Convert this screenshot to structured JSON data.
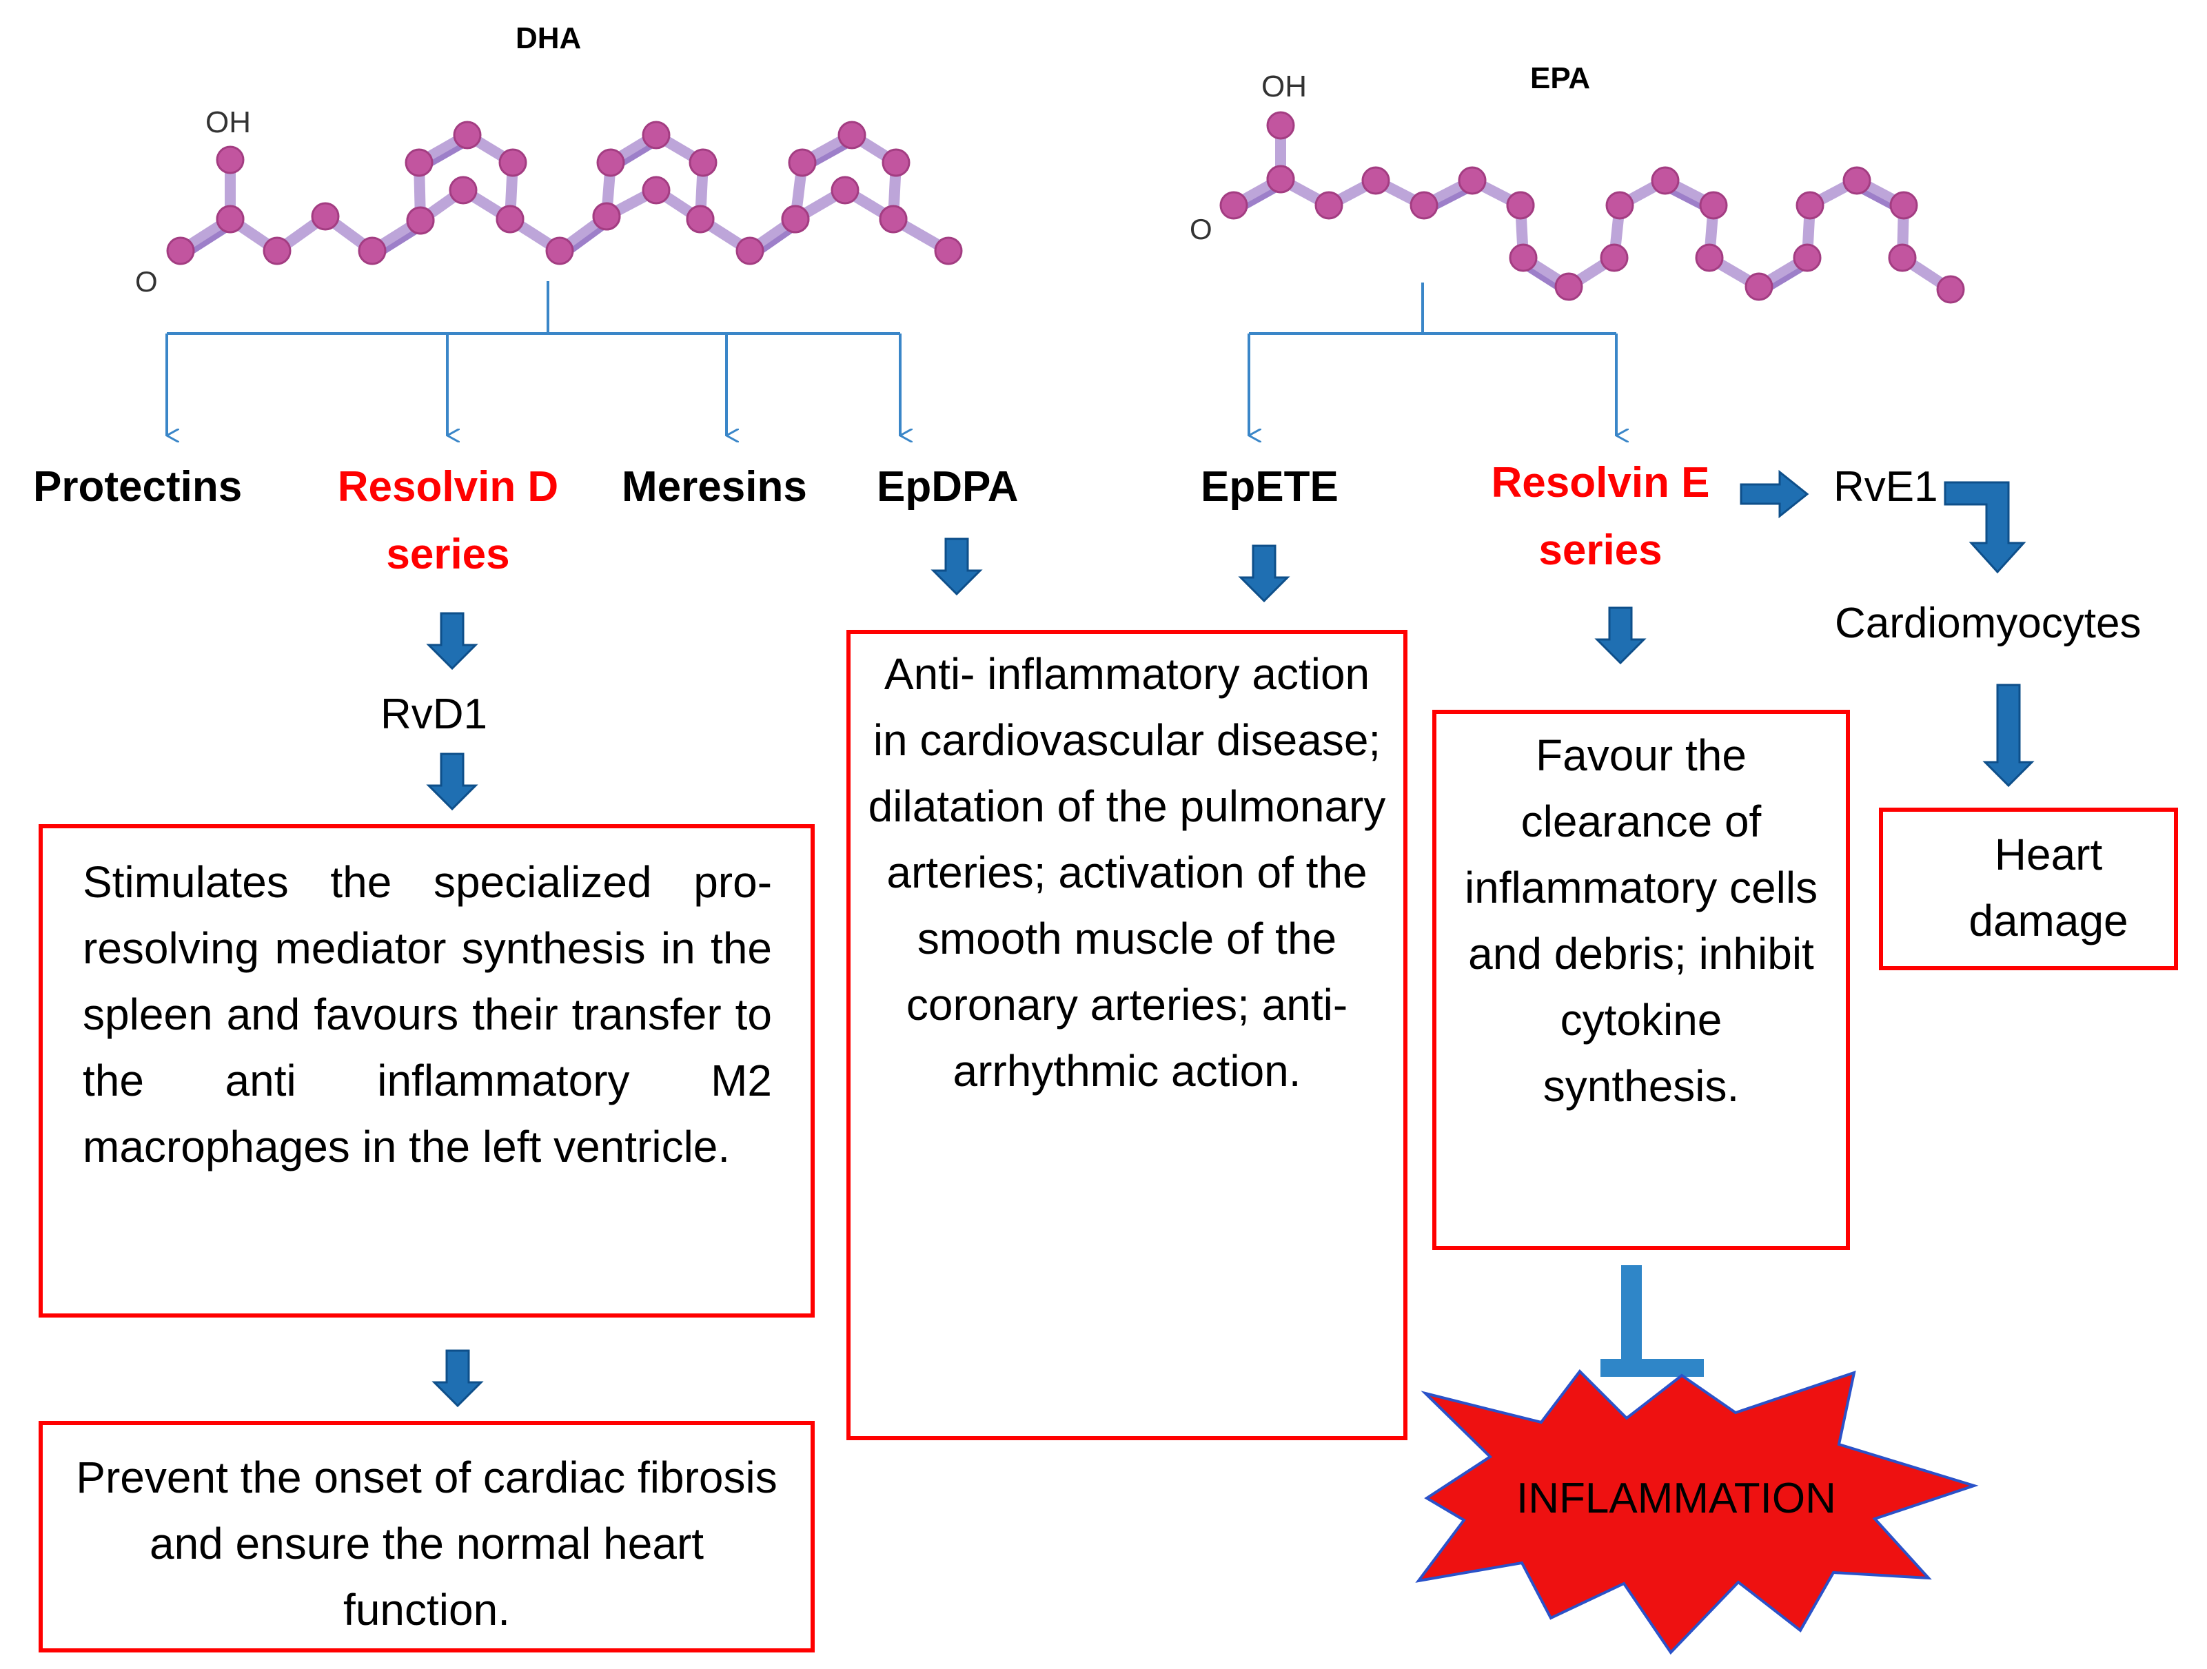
{
  "molecules": {
    "dha": {
      "title": "DHA",
      "oh_label": "OH",
      "o_label": "O"
    },
    "epa": {
      "title": "EPA",
      "oh_label": "OH",
      "o_label": "O"
    }
  },
  "dha_products": {
    "protectins": "Protectins",
    "resolvin_d_line1": "Resolvin D",
    "resolvin_d_line2": "series",
    "meresins": "Meresins",
    "epdpa": "EpDPA"
  },
  "epa_products": {
    "epete": "EpETE",
    "resolvin_e_line1": "Resolvin E",
    "resolvin_e_line2": "series",
    "rve1": "RvE1",
    "cardiomyocytes": "Cardiomyocytes"
  },
  "rvd1": "RvD1",
  "boxes": {
    "rvd1_effect": "Stimulates the specialized pro-resolving mediator synthesis in the spleen and favours their transfer to the anti inflammatory M2 macrophages in the left ventricle.",
    "fibrosis": "Prevent the onset of cardiac fibrosis and ensure the normal heart function.",
    "ep_effects": "Anti- inflammatory action in cardiovascular disease; dilatation of the pulmonary arteries; activation of the smooth muscle of the coronary arteries; anti- arrhythmic action.",
    "resolvin_e_effect": "Favour the clearance of inflammatory cells and debris; inhibit cytokine synthesis.",
    "heart_damage": "Heart damage"
  },
  "inflammation": "INFLAMMATION",
  "colors": {
    "box_border": "#ff0000",
    "highlight_text": "#ff0000",
    "tree_line": "#3a86c8",
    "block_arrow": "#1f6fb2",
    "atom": "#c2559f",
    "bond": "#bda5d9",
    "burst": "#ee1111",
    "burst_edge": "#2a52c9",
    "inhibit": "#2f86c8",
    "down_red_arrow": "#e00000"
  },
  "icons": {
    "block_arrow": "block-arrow-icon",
    "inhibit": "inhibition-t-icon",
    "burst": "starburst-icon"
  }
}
